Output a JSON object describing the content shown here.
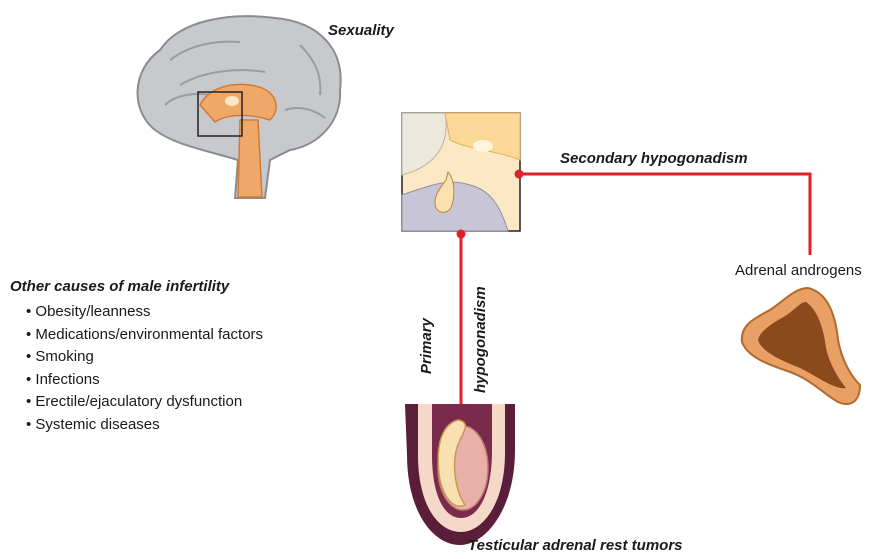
{
  "labels": {
    "sexuality": "Sexuality",
    "secondary_hypogonadism": "Secondary hypogonadism",
    "primary_hypogonadism": [
      "Primary",
      "hypogonadism"
    ],
    "adrenal_androgens": "Adrenal androgens",
    "testicular_adrenal_rest_tumors": "Testicular adrenal rest tumors"
  },
  "other_causes": {
    "title": "Other causes of male infertility",
    "items": [
      "Obesity/leanness",
      "Medications/environmental factors",
      "Smoking",
      "Infections",
      "Erectile/ejaculatory dysfunction",
      "Systemic diseases"
    ]
  },
  "icons": [
    "brain-icon",
    "pituitary-icon",
    "adrenal-gland-icon",
    "testis-icon"
  ],
  "colors": {
    "connector": "#e0202a",
    "brain_gray": "#c8c9cc",
    "brain_core": "#f0a868",
    "pituitary_bg": "#fde8c6",
    "testis_purple": "#5a1e3a",
    "adrenal_orange": "#e8a064",
    "adrenal_brown": "#8b4a1c"
  }
}
